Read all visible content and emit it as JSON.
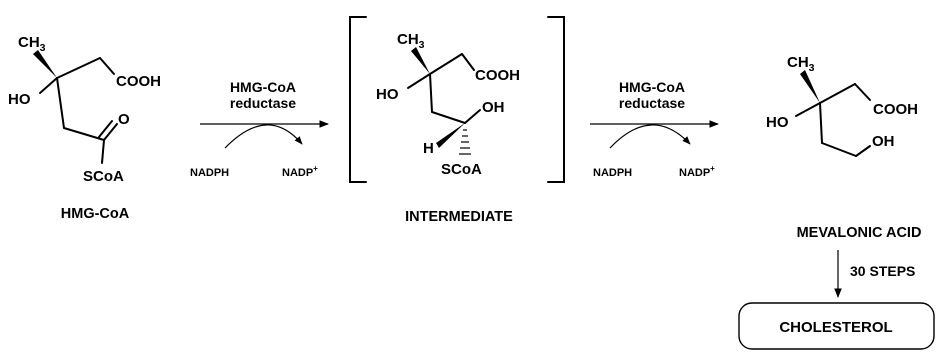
{
  "colors": {
    "ink": "#000000",
    "background": "#ffffff"
  },
  "molecules": {
    "hmg_coa": {
      "methyl": "CH",
      "methyl_sub": "3",
      "hydroxyl": "HO",
      "acid": "COOH",
      "carbonyl_o": "O",
      "thioester": "SCoA",
      "label": "HMG-CoA"
    },
    "intermediate": {
      "methyl": "CH",
      "methyl_sub": "3",
      "hydroxyl": "HO",
      "acid": "COOH",
      "hemi_oh": "OH",
      "hydrogen": "H",
      "thioester": "SCoA",
      "label": "INTERMEDIATE"
    },
    "mevalonic_acid": {
      "methyl": "CH",
      "methyl_sub": "3",
      "hydroxyl": "HO",
      "acid": "COOH",
      "terminal_oh": "OH",
      "label": "MEVALONIC ACID"
    }
  },
  "reactions": [
    {
      "enzyme_line1": "HMG-CoA",
      "enzyme_line2": "reductase",
      "cofactor_in": "NADPH",
      "cofactor_out": "NADP",
      "cofactor_out_sup": "+"
    },
    {
      "enzyme_line1": "HMG-CoA",
      "enzyme_line2": "reductase",
      "cofactor_in": "NADPH",
      "cofactor_out": "NADP",
      "cofactor_out_sup": "+"
    }
  ],
  "pathway": {
    "steps_label": "30 STEPS",
    "product": "CHOLESTEROL"
  }
}
